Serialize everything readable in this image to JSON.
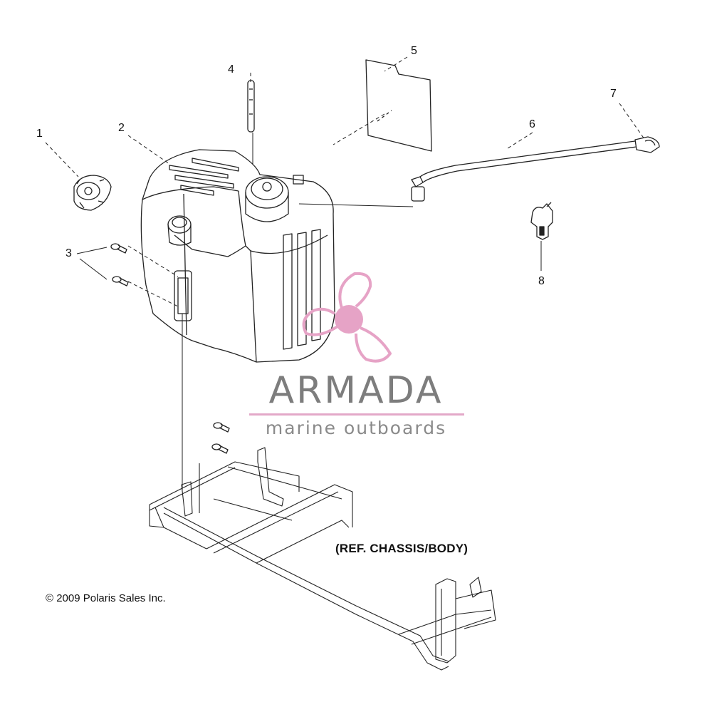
{
  "callouts": [
    "1",
    "2",
    "3",
    "4",
    "5",
    "6",
    "7",
    "8"
  ],
  "reference_label": "(REF. CHASSIS/BODY)",
  "copyright": "© 2009 Polaris Sales Inc.",
  "watermark": {
    "title": "ARMADA",
    "subtitle": "marine outboards",
    "accent_color": "#e6a3c6"
  },
  "line_color": "#222222",
  "part_icons": {
    "1": "cap-icon",
    "2": "fuel-tank-icon",
    "3": "screw-icon",
    "4": "vent-tube-icon",
    "5": "decal-icon",
    "6": "fuel-line-icon",
    "7": "clamp-icon",
    "8": "fitting-icon"
  }
}
